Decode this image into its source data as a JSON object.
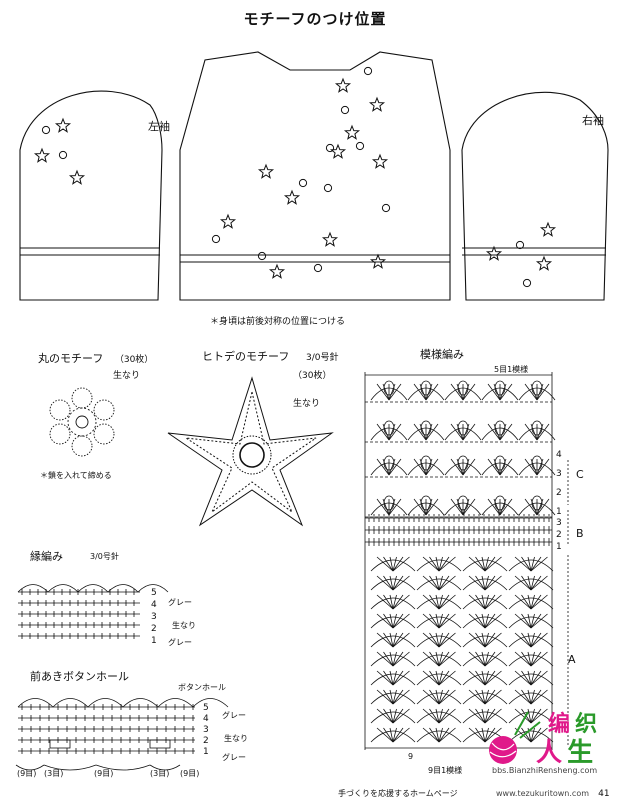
{
  "page_title": "モチーフのつけ位置",
  "garment": {
    "left_sleeve_label": "左袖",
    "right_sleeve_label": "右袖",
    "body_note": "＊身頃は前後対称の位置につける"
  },
  "round_motif": {
    "title": "丸のモチーフ",
    "count": "（30枚）",
    "color": "生なり",
    "note": "＊鎖を入れて締める"
  },
  "starfish_motif": {
    "title": "ヒトデのモチーフ",
    "needle": "3/0号針",
    "count": "（30枚）",
    "color": "生なり"
  },
  "pattern_stitch": {
    "title": "模様編み",
    "top_repeat": "5目1模様",
    "bottom_repeat": "9目1模様",
    "bottom_count": "9",
    "rows_c": [
      "4",
      "3",
      "2",
      "1"
    ],
    "rows_b": [
      "3",
      "2",
      "1"
    ],
    "section_c": "C",
    "section_b": "B",
    "section_a": "A"
  },
  "edging": {
    "title": "縁編み",
    "needle": "3/0号針",
    "rows": [
      "5",
      "4",
      "3",
      "2",
      "1"
    ],
    "colors": {
      "r5": "グレー",
      "mid": "生なり",
      "r1": "グレー"
    }
  },
  "buttonhole": {
    "title": "前あきボタンホール",
    "label": "ボタンホール",
    "rows": [
      "5",
      "4",
      "3",
      "2",
      "1"
    ],
    "colors": {
      "r5": "グレー",
      "mid": "生なり",
      "r1": "グレー"
    },
    "counts": [
      "(9目)",
      "(3目)",
      "(9目)",
      "(3目)",
      "(9目)"
    ]
  },
  "footer": {
    "caption": "手づくりを応援するホームページ",
    "url": "www.tezukuritown.com",
    "page_number": "41",
    "watermark_chars": [
      "编",
      "织",
      "人",
      "生"
    ],
    "watermark_url": "bbs.BianzhiRensheng.com"
  },
  "colors": {
    "line": "#111111",
    "watermark_pink": "#e0198a",
    "watermark_green": "#2a9a2a"
  }
}
